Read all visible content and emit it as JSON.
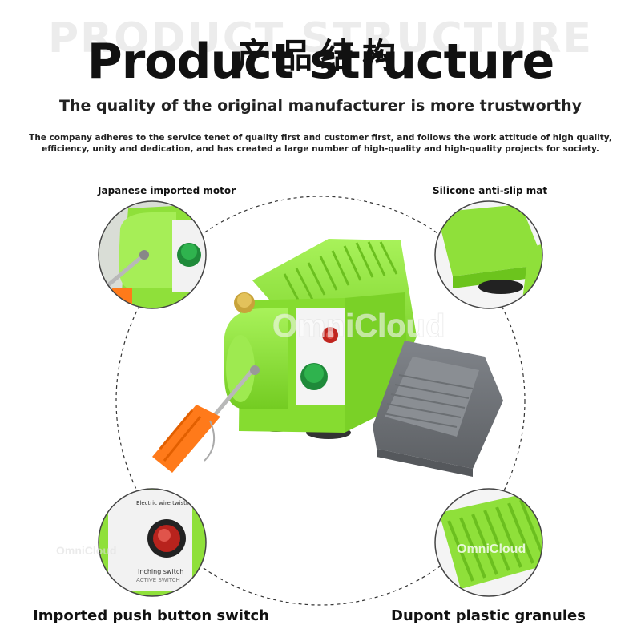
{
  "header": {
    "background_title": "PRODUCT STRUCTURE",
    "chinese_title": "产品结构",
    "title": "Product structure",
    "subtitle": "The quality of the original manufacturer is more trustworthy",
    "description": "The company adheres to the service tenet of quality first and customer first, and follows the work attitude of high quality, efficiency, unity and dedication, and has created a large number of high-quality and high-quality projects for society."
  },
  "callouts": {
    "motor": "Japanese imported motor",
    "mat": "Silicone anti-slip mat",
    "switch": "Imported push button switch",
    "plastic": "Dupont plastic granules"
  },
  "watermark": "OmniCloud",
  "product": {
    "panel_text": "Electric wire twisting machine",
    "switch_text": "Inching switch",
    "switch_text_upside": "ACTIVE SWITCH"
  },
  "colors": {
    "machine_green": "#8ee63a",
    "pedal_gray": "#6f7275",
    "clip_orange": "#ff7a1a"
  }
}
